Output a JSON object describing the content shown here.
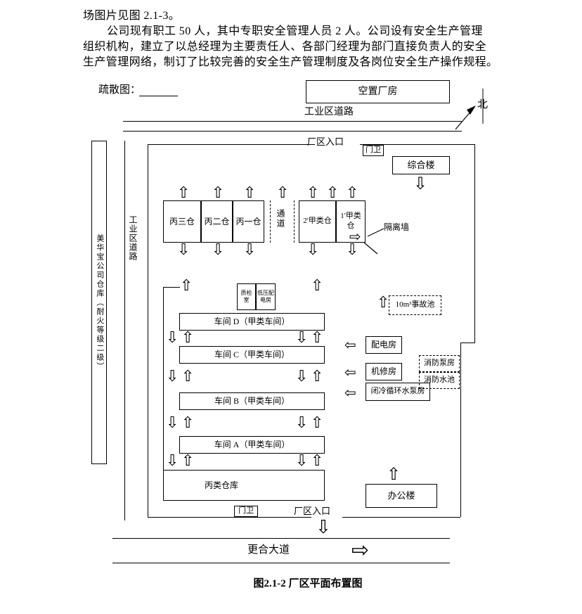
{
  "page": {
    "paragraph": [
      "场图片见图 2.1-3。",
      "公司现有职工 50 人，其中专职安全管理人员 2 人。公司设有安全生产管理",
      "组织机构，建立了以总经理为主要责任人、各部门经理为部门直接负责人的安全",
      "生产管理网络，制订了比较完善的安全生产管理制度及各岗位安全生产操作规程。"
    ],
    "caption": "图2.1-2 厂区平面布置图"
  },
  "diagram": {
    "title_label": "疏散图：",
    "compass": "北",
    "labels": {
      "vacant_factory": "空置厂房",
      "road_top": "工业区道路",
      "road_left": "工业区道路",
      "warehouse_left": "美华宝公司仓库（耐火等级二级）",
      "entrance_top": "厂区入口",
      "gate_top": "门卫",
      "complex_building": "综合楼",
      "c3": "丙三仓",
      "c2": "丙二仓",
      "c1": "丙一仓",
      "corridor": "通道",
      "a2": "2'甲类仓",
      "a1": "1'甲类仓",
      "isolation_wall": "隔离墙",
      "qc_room": "质检室",
      "lv_power_room": "低压配电房",
      "workshop_d": "车间 D（甲类车间）",
      "workshop_c": "车间 C（甲类车间）",
      "workshop_b": "车间 B（甲类车间）",
      "workshop_a": "车间 A（甲类车间）",
      "accident_pool": "10m³事故池",
      "power_room": "配电房",
      "repair_room": "机修房",
      "cooling_pump_room": "闭冷循环水泵房",
      "fire_pump_room": "消防泵房",
      "fire_pool": "消防水池",
      "class_c_warehouse": "丙类仓库",
      "office_building": "办公楼",
      "gate_bottom": "门卫",
      "entrance_bottom": "厂区入口",
      "avenue": "更合大道"
    },
    "icons": {
      "up_arrow": "⇧",
      "down_arrow": "⇩",
      "left_arrow": "⇦",
      "right_arrow": "⇨"
    },
    "colors": {
      "ink": "#000000",
      "background": "#ffffff"
    }
  }
}
